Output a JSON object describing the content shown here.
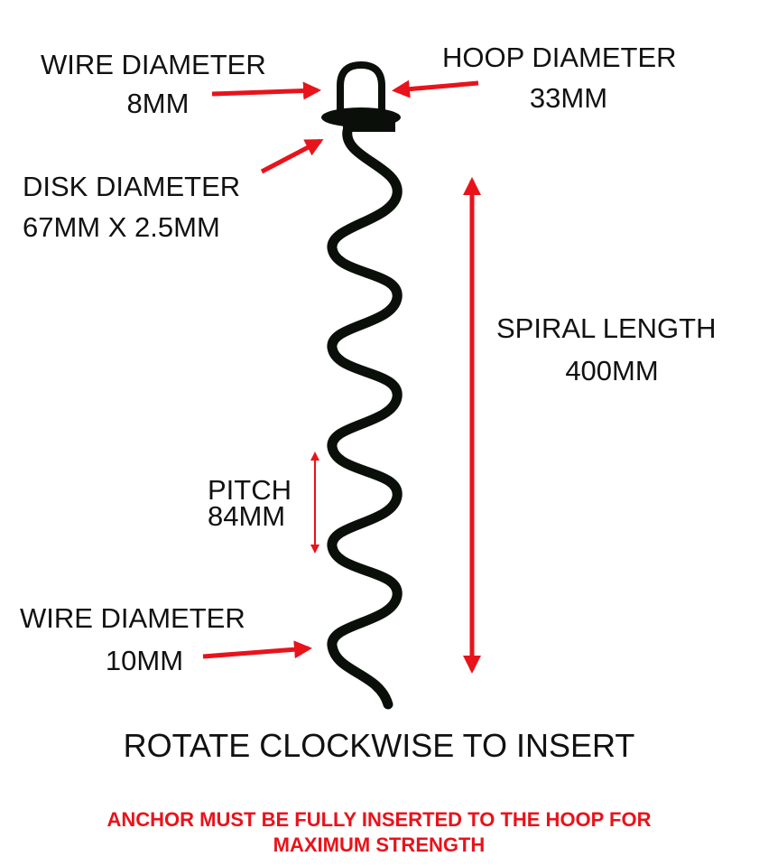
{
  "labels": {
    "wire_top_title": "WIRE DIAMETER",
    "wire_top_value": "8MM",
    "hoop_title": "HOOP DIAMETER",
    "hoop_value": "33MM",
    "disk_title": "DISK DIAMETER",
    "disk_value": "67MM X 2.5MM",
    "spiral_title": "SPIRAL LENGTH",
    "spiral_value": "400MM",
    "pitch_title": "PITCH",
    "pitch_value": "84MM",
    "wire_bottom_title": "WIRE DIAMETER",
    "wire_bottom_value": "10MM"
  },
  "instruction": "ROTATE CLOCKWISE TO INSERT",
  "warning": [
    "ANCHOR MUST BE FULLY INSERTED TO THE HOOP FOR",
    "MAXIMUM STRENGTH"
  ],
  "colors": {
    "arrow": "#e8131b",
    "anchor": "#0a0f0a"
  }
}
